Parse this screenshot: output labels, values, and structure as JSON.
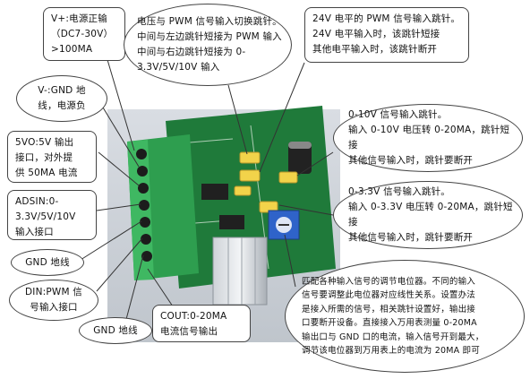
{
  "callouts": {
    "vplus": "V+:电源正输\n（DC7-30V）\n>100MA",
    "vminus": "V-:GND 地\n线，电源负",
    "v5out": "5VO:5V 输出\n接口，对外提\n供 50MA 电流",
    "adsin": "ADSIN:0-\n3.3V/5V/10V\n输入接口",
    "gnd1": "GND 地线",
    "din": "DIN:PWM 信\n号输入接口",
    "gnd2": "GND 地线",
    "cout": "COUT:0-20MA\n电流信号输出",
    "pwm_jumper": "电压与 PWM 信号输入切换跳针。\n中间与左边跳针短接为 PWM 输入\n中间与右边跳针短接为 0-\n3.3V/5V/10V 输入",
    "pwm24v": "24V 电平的 PWM 信号输入跳针。\n24V 电平输入时，该跳针短接\n其他电平输入时，该跳针断开",
    "v10": "0-10V 信号输入跳针。\n输入 0-10V 电压转 0-20MA，跳针短接\n其他信号输入时，跳针要断开",
    "v33": "0-3.3V 信号输入跳针。\n输入 0-3.3V 电压转 0-20MA，跳针短接\n其他信号输入时，跳针要断开",
    "pot": "匹配各种输入信号的调节电位器。不同的输入\n信号要调整此电位器对应线性关系。设置办法\n是接入所需的信号，相关跳针设置好，输出接\n口要断开设备。直接接入万用表测量 0-20MA\n输出口与 GND 口的电流，输入信号开到最大，\n调节该电位器到万用表上的电流为 20MA 即可"
  },
  "colors": {
    "pcb_green": "#1f7a3a",
    "terminal_green": "#2e9e4f",
    "jumper_yellow": "#f2d34a",
    "pot_blue": "#2f63c9"
  }
}
